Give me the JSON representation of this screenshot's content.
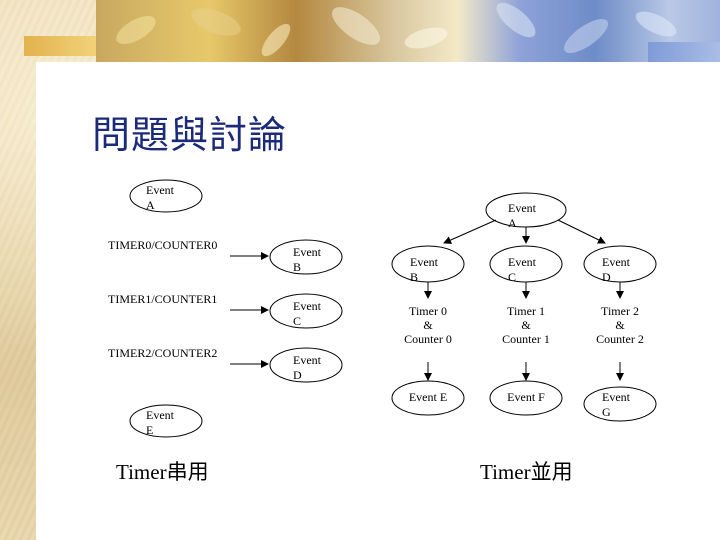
{
  "title": "問題與討論",
  "serial": {
    "start_event": [
      "Event",
      "A"
    ],
    "timers": [
      "TIMER0/COUNTER0",
      "TIMER1/COUNTER1",
      "TIMER2/COUNTER2"
    ],
    "middle_events": [
      [
        "Event",
        "B"
      ],
      [
        "Event",
        "C"
      ],
      [
        "Event",
        "D"
      ]
    ],
    "end_event": [
      "Event",
      "E"
    ],
    "caption": "Timer串用"
  },
  "parallel": {
    "root_event": [
      "Event",
      "A"
    ],
    "branches": [
      {
        "event": [
          "Event",
          "B"
        ],
        "timer": [
          "Timer 0",
          "&",
          "Counter 0"
        ],
        "end_event": [
          "Event E"
        ]
      },
      {
        "event": [
          "Event",
          "C"
        ],
        "timer": [
          "Timer 1",
          "&",
          "Counter 1"
        ],
        "end_event": [
          "Event F"
        ]
      },
      {
        "event": [
          "Event",
          "D"
        ],
        "timer": [
          "Timer 2",
          "&",
          "Counter 2"
        ],
        "end_event": [
          "Event",
          "G"
        ]
      }
    ],
    "caption": "Timer並用"
  }
}
